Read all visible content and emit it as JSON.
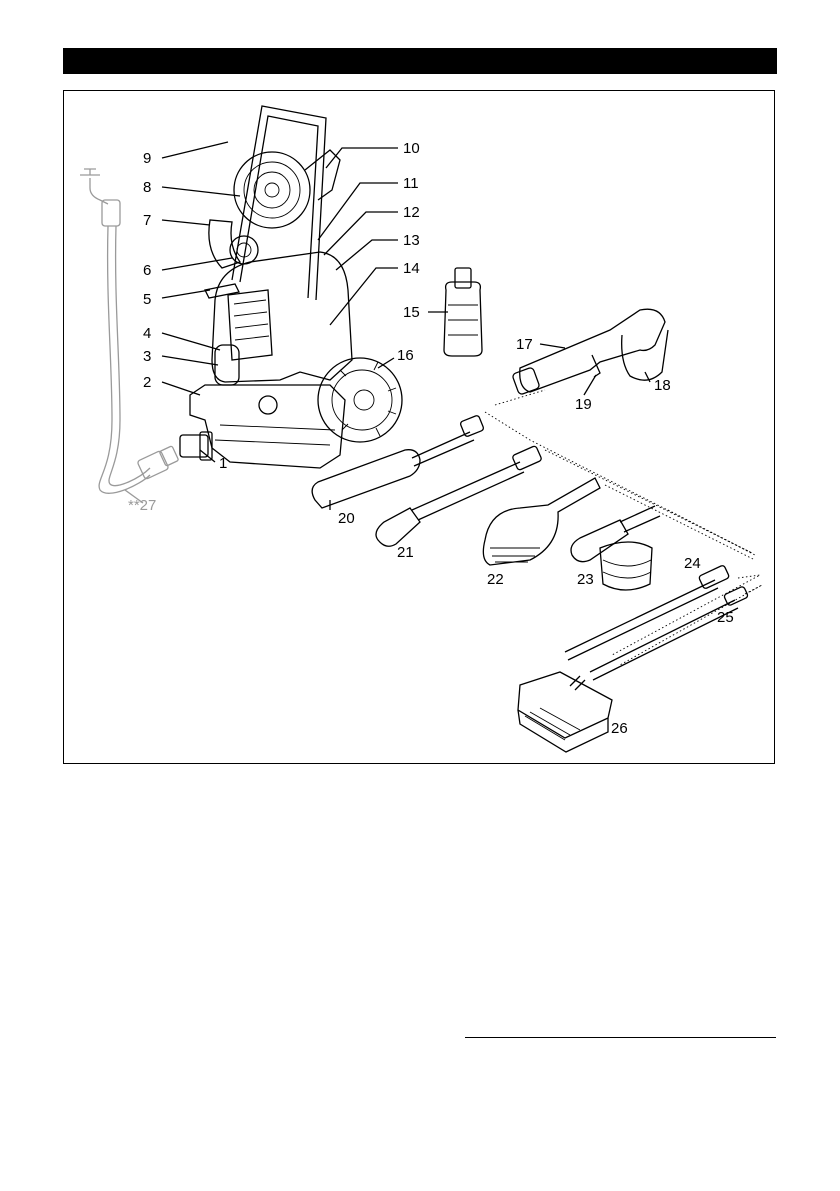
{
  "figure": {
    "callouts": [
      {
        "id": "c1",
        "label": "1"
      },
      {
        "id": "c2",
        "label": "2"
      },
      {
        "id": "c3",
        "label": "3"
      },
      {
        "id": "c4",
        "label": "4"
      },
      {
        "id": "c5",
        "label": "5"
      },
      {
        "id": "c6",
        "label": "6"
      },
      {
        "id": "c7",
        "label": "7"
      },
      {
        "id": "c8",
        "label": "8"
      },
      {
        "id": "c9",
        "label": "9"
      },
      {
        "id": "c10",
        "label": "10"
      },
      {
        "id": "c11",
        "label": "11"
      },
      {
        "id": "c12",
        "label": "12"
      },
      {
        "id": "c13",
        "label": "13"
      },
      {
        "id": "c14",
        "label": "14"
      },
      {
        "id": "c15",
        "label": "15"
      },
      {
        "id": "c16",
        "label": "16"
      },
      {
        "id": "c17",
        "label": "17"
      },
      {
        "id": "c18",
        "label": "18"
      },
      {
        "id": "c19",
        "label": "19"
      },
      {
        "id": "c20",
        "label": "20"
      },
      {
        "id": "c21",
        "label": "21"
      },
      {
        "id": "c22",
        "label": "22"
      },
      {
        "id": "c23",
        "label": "23"
      },
      {
        "id": "c24",
        "label": "24"
      },
      {
        "id": "c25",
        "label": "25"
      },
      {
        "id": "c26",
        "label": "26"
      },
      {
        "id": "c27",
        "label": "**27"
      }
    ]
  },
  "colors": {
    "ink": "#000000",
    "optional_part_gray": "#9a9a9a",
    "background": "#ffffff"
  }
}
